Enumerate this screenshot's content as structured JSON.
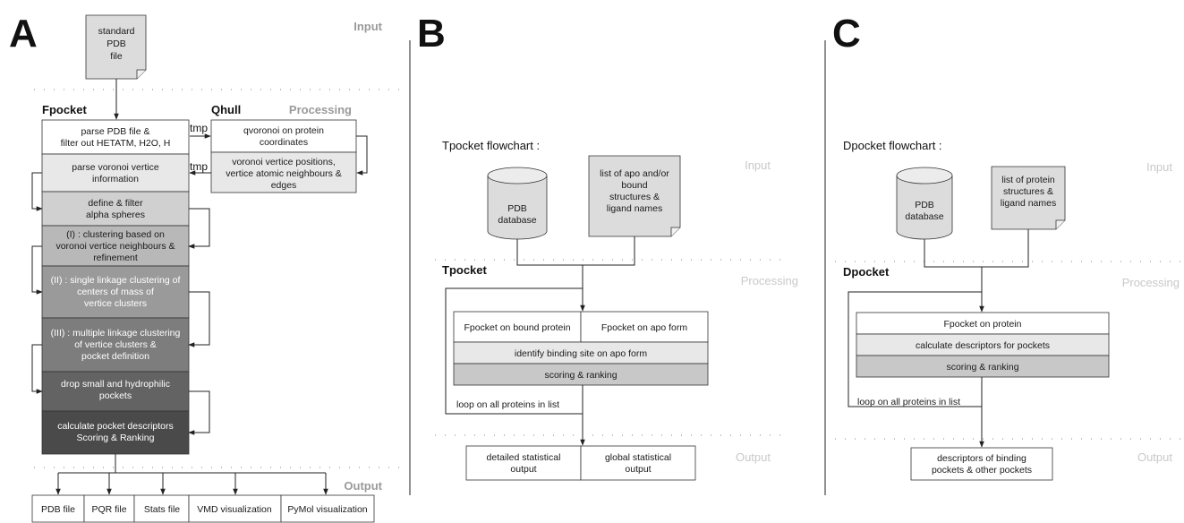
{
  "panels": {
    "a": {
      "letter": "A",
      "input_label": "Input",
      "processing_label": "Processing",
      "output_label": "Output",
      "input_file": [
        "standard",
        "PDB",
        "file"
      ],
      "fpocket_title": "Fpocket",
      "qhull_title": "Qhull",
      "tmp_label": "tmp",
      "steps": [
        {
          "lines": [
            "parse PDB file &",
            "filter out HETATM, H2O, H"
          ],
          "color": "#ffffff",
          "white_text": false
        },
        {
          "lines": [
            "parse voronoi vertice",
            "information"
          ],
          "color": "#e8e8e8",
          "white_text": false
        },
        {
          "lines": [
            "define & filter",
            "alpha spheres"
          ],
          "color": "#d0d0d0",
          "white_text": false
        },
        {
          "lines": [
            "(I) : clustering based on",
            "voronoi vertice neighbours &",
            "refinement"
          ],
          "color": "#b8b8b8",
          "white_text": false
        },
        {
          "lines": [
            "(II) : single linkage clustering of",
            "centers of mass of",
            "vertice clusters"
          ],
          "color": "#9a9a9a",
          "white_text": true
        },
        {
          "lines": [
            "(III) : multiple linkage clustering",
            "of vertice clusters &",
            "pocket definition"
          ],
          "color": "#7d7d7d",
          "white_text": true
        },
        {
          "lines": [
            "drop small and hydrophilic",
            "pockets"
          ],
          "color": "#636363",
          "white_text": true
        },
        {
          "lines": [
            "calculate pocket descriptors",
            "Scoring & Ranking"
          ],
          "color": "#4a4a4a",
          "white_text": true
        }
      ],
      "qhull_steps": [
        {
          "lines": [
            "qvoronoi on protein",
            "coordinates"
          ]
        },
        {
          "lines": [
            "voronoi vertice positions,",
            "vertice atomic neighbours &",
            "edges"
          ]
        }
      ],
      "outputs": [
        "PDB file",
        "PQR file",
        "Stats file",
        "VMD visualization",
        "PyMol visualization"
      ]
    },
    "b": {
      "letter": "B",
      "flowchart_title": "Tpocket flowchart :",
      "input_label": "Input",
      "processing_label": "Processing",
      "output_label": "Output",
      "database": [
        "PDB",
        "database"
      ],
      "input_doc": [
        "list of apo and/or",
        "bound",
        "structures &",
        "ligand names"
      ],
      "tool_title": "Tpocket",
      "step_left": "Fpocket on bound protein",
      "step_right": "Fpocket on apo form",
      "step2": "identify binding site on apo form",
      "step3": "scoring & ranking",
      "loop_label": "loop on all proteins in list",
      "out_left": [
        "detailed statistical",
        "output"
      ],
      "out_right": [
        "global statistical",
        "output"
      ]
    },
    "c": {
      "letter": "C",
      "flowchart_title": "Dpocket flowchart :",
      "input_label": "Input",
      "processing_label": "Processing",
      "output_label": "Output",
      "database": [
        "PDB",
        "database"
      ],
      "input_doc": [
        "list of protein",
        "structures &",
        "ligand names"
      ],
      "tool_title": "Dpocket",
      "step1": "Fpocket on protein",
      "step2": "calculate descriptors for pockets",
      "step3": "scoring & ranking",
      "loop_label": "loop on all proteins in list",
      "output": [
        "descriptors of binding",
        "pockets & other pockets"
      ]
    }
  }
}
